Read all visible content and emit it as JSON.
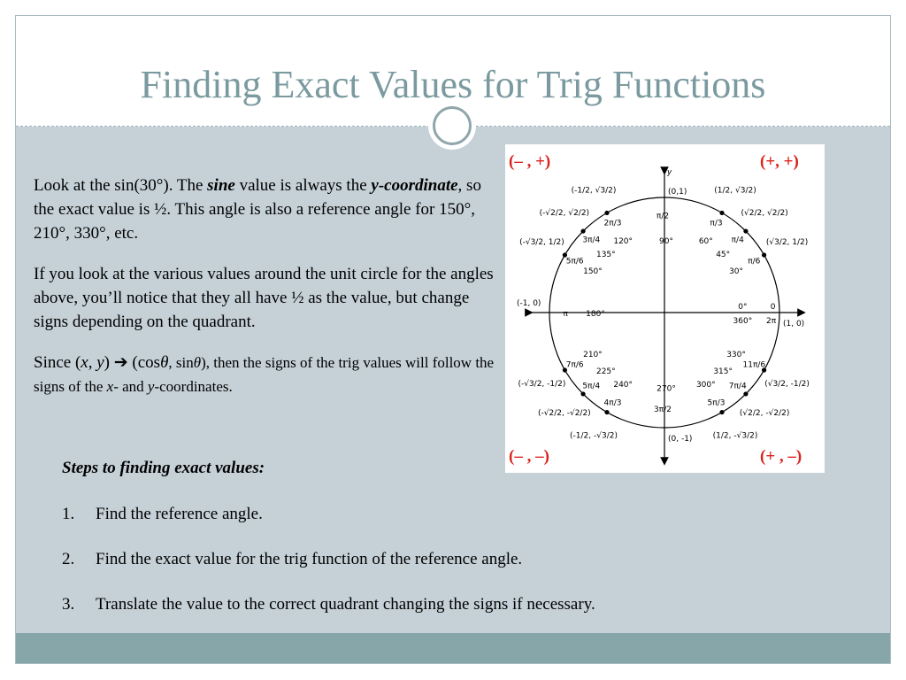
{
  "slide": {
    "title": "Finding Exact Values for Trig Functions",
    "para1": {
      "t1": "Look at the sin(30°).  The ",
      "sine": "sine",
      "t2": " value is always the ",
      "ycoord": "y-coordinate",
      "t3": ", so the exact value is ½. This angle is also a reference angle for 150°, 210°, 330°, etc."
    },
    "para2": "If you look at the various values around the unit circle for the angles above, you’ll notice that they all have ½ as the value, but change signs depending on the quadrant.",
    "para3": {
      "t1": "Since (",
      "x": "x",
      "comma": ", ",
      "y": "y",
      "t2": ") ",
      "arrow": "➔",
      "t3": " (cos",
      "theta1": "θ",
      "t4": ", sin",
      "theta2": "θ",
      "t5": "), then the signs of the trig values will follow the signs of the ",
      "x2": "x",
      "t6": "- and ",
      "y2": "y",
      "t7": "-coordinates."
    },
    "steps_heading": "Steps to finding exact values:",
    "steps": [
      {
        "num": "1.",
        "text": "Find the reference angle."
      },
      {
        "num": "2.",
        "text": "Find the exact value for the trig function of the reference angle."
      },
      {
        "num": "3.",
        "text": "Translate the value to the correct quadrant changing the signs if necessary."
      }
    ]
  },
  "unit_circle": {
    "quadrant_signs": {
      "q2": "(– , +)",
      "q1": "(+, +)",
      "q3": "(– , –)",
      "q4": "(+ , –)"
    },
    "axis_y": "y",
    "point_top": "(0,1)",
    "point_left": "(-1, 0)",
    "point_right": "(1, 0)",
    "point_bottom": "(0, -1)",
    "angles": [
      {
        "deg": "0°",
        "rad": "0"
      },
      {
        "deg": "360°",
        "rad": "2π"
      },
      {
        "deg": "30°",
        "rad": "π/6"
      },
      {
        "deg": "45°",
        "rad": "π/4"
      },
      {
        "deg": "60°",
        "rad": "π/3"
      },
      {
        "deg": "90°",
        "rad": "π/2"
      },
      {
        "deg": "120°",
        "rad": "2π/3"
      },
      {
        "deg": "135°",
        "rad": "3π/4"
      },
      {
        "deg": "150°",
        "rad": "5π/6"
      },
      {
        "deg": "180°",
        "rad": "π"
      },
      {
        "deg": "210°",
        "rad": "7π/6"
      },
      {
        "deg": "225°",
        "rad": "5π/4"
      },
      {
        "deg": "240°",
        "rad": "4π/3"
      },
      {
        "deg": "270°",
        "rad": "3π/2"
      },
      {
        "deg": "300°",
        "rad": "5π/3"
      },
      {
        "deg": "315°",
        "rad": "7π/4"
      },
      {
        "deg": "330°",
        "rad": "11π/6"
      }
    ],
    "coords": {
      "p30": "(√3/2, 1/2)",
      "p45": "(√2/2, √2/2)",
      "p60": "(1/2, √3/2)",
      "p120": "(-1/2, √3/2)",
      "p135": "(-√2/2, √2/2)",
      "p150": "(-√3/2, 1/2)",
      "p210": "(-√3/2, -1/2)",
      "p225": "(-√2/2, -√2/2)",
      "p240": "(-1/2, -√3/2)",
      "p300": "(1/2, -√3/2)",
      "p315": "(√2/2, -√2/2)",
      "p330": "(√3/2, -1/2)"
    }
  },
  "colors": {
    "title": "#7a9a9f",
    "slide_bg": "#c5d1d7",
    "bottom_bar": "#87a6aa",
    "quadrant_sign": "#d9231d"
  }
}
